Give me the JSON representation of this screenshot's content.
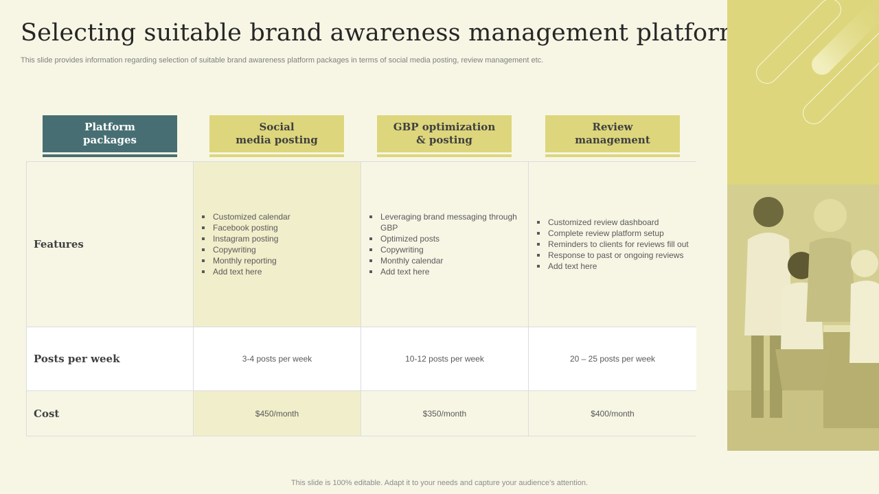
{
  "slide": {
    "title": "Selecting suitable brand awareness management platform",
    "subtitle": "This slide provides information regarding selection of suitable brand awareness platform packages in terms of social media posting, review management etc.",
    "footer": "This slide is 100% editable. Adapt it to your needs and capture your audience’s attention."
  },
  "table": {
    "headers": [
      "Platform\npackages",
      "Social\nmedia posting",
      "GBP optimization\n& posting",
      "Review\nmanagement"
    ],
    "rows": {
      "features": {
        "label": "Features",
        "social": [
          "Customized calendar",
          "Facebook posting",
          "Instagram posting",
          "Copywriting",
          "Monthly reporting",
          "Add text here"
        ],
        "gbp": [
          "Leveraging brand messaging through GBP",
          "Optimized posts",
          "Copywriting",
          "Monthly calendar",
          "Add text here"
        ],
        "review": [
          "Customized review dashboard",
          "Complete review platform setup",
          "Reminders to clients for reviews fill out",
          "Response to past or ongoing reviews",
          "Add text here"
        ]
      },
      "posts": {
        "label": "Posts per week",
        "values": [
          "3-4 posts per week",
          "10-12 posts per week",
          "20 – 25 posts per week"
        ]
      },
      "cost": {
        "label": "Cost",
        "values": [
          "$450/month",
          "$350/month",
          "$400/month"
        ]
      }
    }
  },
  "colors": {
    "background": "#f7f6e5",
    "accent_yellow": "#ddd67c",
    "accent_teal": "#476f73",
    "highlight_column": "#f1eecb"
  },
  "image": {
    "icon": "team-photo"
  }
}
